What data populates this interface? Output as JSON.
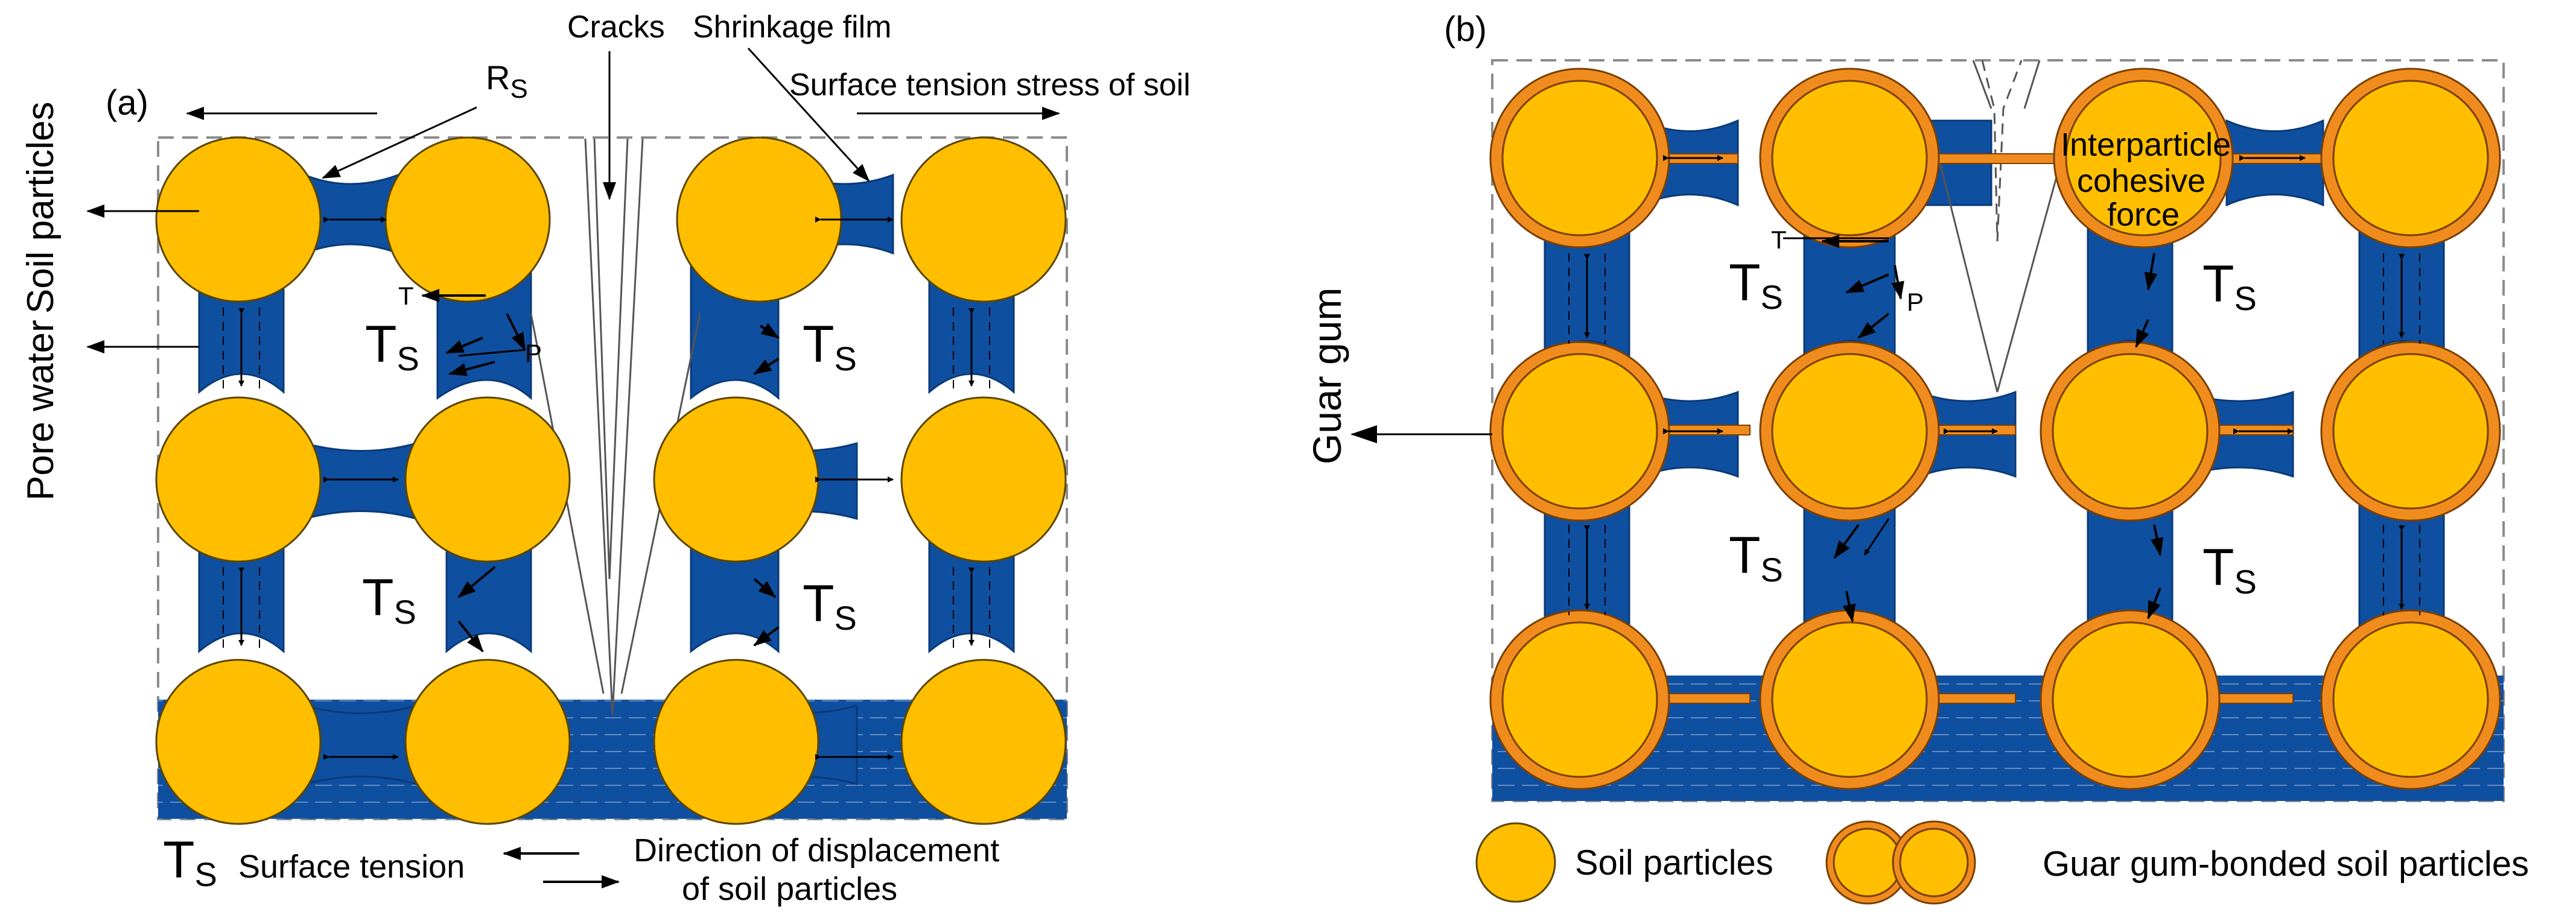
{
  "colors": {
    "soil": "#FFBE00",
    "pore_water": "#0F4FA0",
    "guar_ring": "#F08C1E",
    "frame": "#8C8C8C",
    "arrow": "#000000"
  },
  "icons": {
    "soil_particle": "circle",
    "bonded_pair": "double-circle-linked"
  },
  "panel_a": {
    "label": "(a)",
    "cracks": "Cracks",
    "shrinkage_film": "Shrinkage film",
    "surface_tension_stress": "Surface tension stress of soil",
    "rs_main": "R",
    "rs_sub": "S",
    "soil_particles": "Soil particles",
    "pore_water": "Pore water",
    "t_label": "T",
    "p_label": "P",
    "ts_main": "T",
    "ts_sub": "S"
  },
  "panel_b": {
    "label": "(b)",
    "guar_gum": "Guar gum",
    "cohesive_1": "Interparticle",
    "cohesive_2": "cohesive",
    "cohesive_3": "force",
    "t_label": "T",
    "p_label": "P",
    "ts_main": "T",
    "ts_sub": "S"
  },
  "legend": {
    "ts_main": "T",
    "ts_sub": "S",
    "surface_tension": "Surface tension",
    "displacement_1": "Direction of displacement",
    "displacement_2": "of soil particles",
    "soil_particles": "Soil particles",
    "guar_bonded": "Guar gum-bonded soil particles"
  }
}
